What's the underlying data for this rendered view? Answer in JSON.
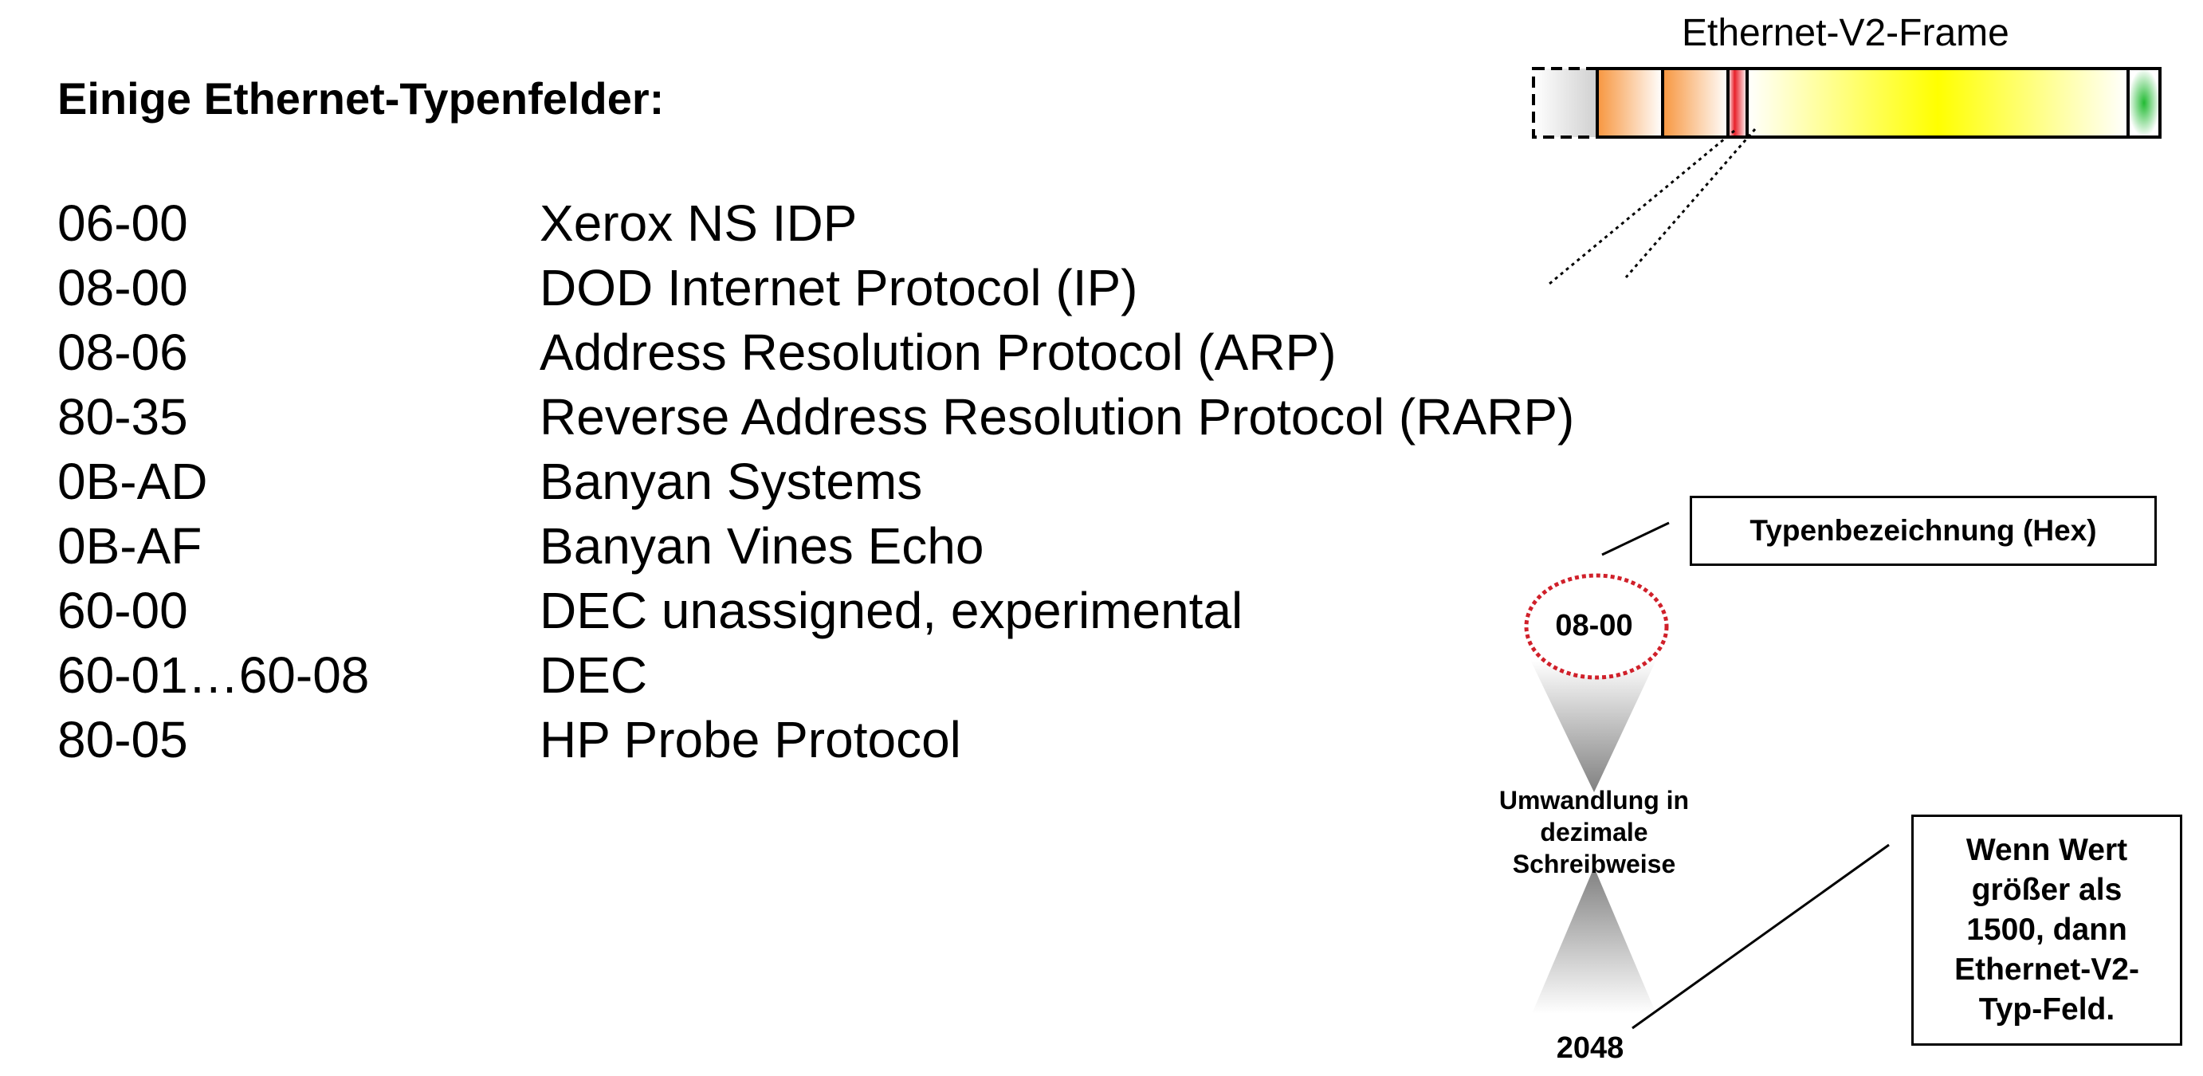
{
  "heading": "Einige Ethernet-Typenfelder:",
  "types": [
    {
      "code": "06-00",
      "desc": "Xerox NS IDP"
    },
    {
      "code": "08-00",
      "desc": "DOD Internet Protocol (IP)"
    },
    {
      "code": "08-06",
      "desc": "Address Resolution Protocol (ARP)"
    },
    {
      "code": "80-35",
      "desc": "Reverse Address Resolution Protocol (RARP)"
    },
    {
      "code": "0B-AD",
      "desc": "Banyan Systems"
    },
    {
      "code": "0B-AF",
      "desc": "Banyan Vines Echo"
    },
    {
      "code": "60-00",
      "desc": "DEC unassigned, experimental"
    },
    {
      "code": "60-01…60-08",
      "desc": "DEC"
    },
    {
      "code": "80-05",
      "desc": "HP Probe Protocol"
    }
  ],
  "diagram": {
    "frame_title": "Ethernet-V2-Frame",
    "hex_label": "Typenbezeichnung (Hex)",
    "hex_value": "08-00",
    "conversion_label": "Umwandlung in dezimale Schreibweise",
    "decimal_value": "2048",
    "note": "Wenn Wert größer als 1500, dann Ethernet-V2-Typ-Feld."
  },
  "colors": {
    "preamble": "#d0d0d0",
    "address": "#f7963f",
    "type_field": "#e8202a",
    "data": "#ffff00",
    "fcs": "#22bb33",
    "hex_circle": "#d0202a"
  }
}
